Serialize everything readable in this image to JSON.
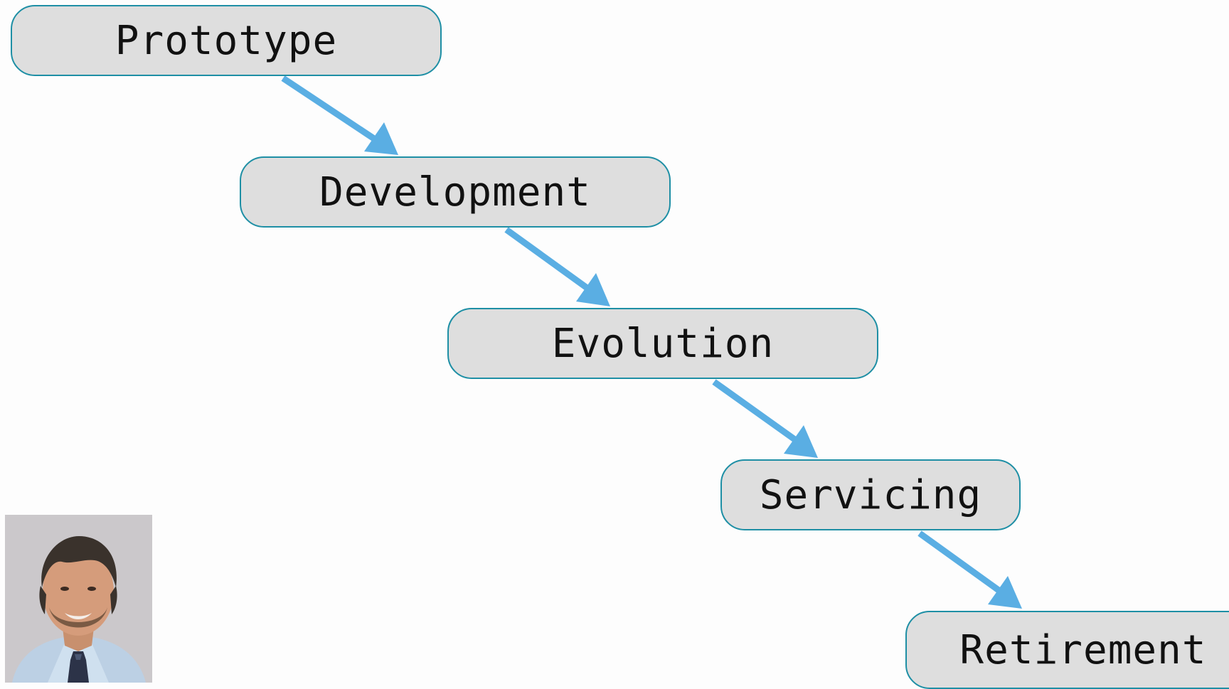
{
  "diagram": {
    "stages": [
      {
        "label": "Prototype"
      },
      {
        "label": "Development"
      },
      {
        "label": "Evolution"
      },
      {
        "label": "Servicing"
      },
      {
        "label": "Retirement"
      }
    ],
    "colors": {
      "box_fill": "#dedede",
      "box_border": "#1e8fa5",
      "arrow": "#5aaee3",
      "text": "#111111"
    }
  },
  "photo": {
    "icon": "person-portrait-icon"
  }
}
